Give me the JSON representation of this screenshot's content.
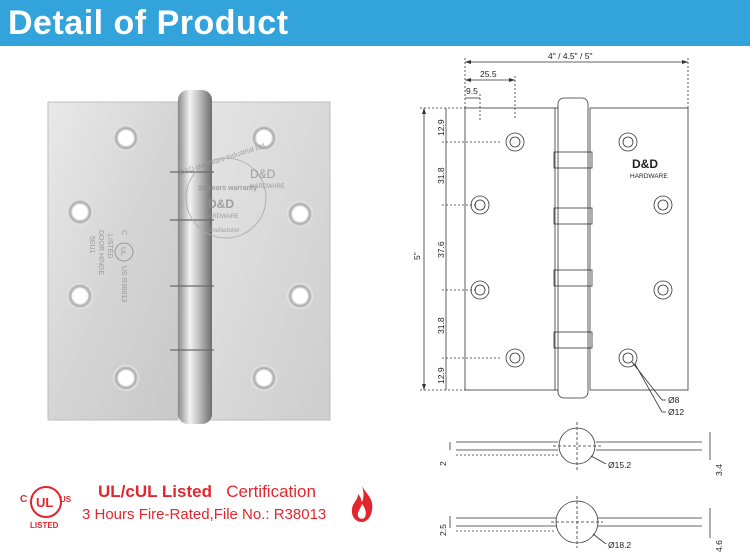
{
  "banner": {
    "title": "Detail of Product"
  },
  "hinge_photo": {
    "leaf_text": [
      "C",
      "UL",
      "US R38013",
      "LISTED",
      "DOOR HINGE",
      "5EU1"
    ],
    "brand_mark": "D&D",
    "brand_sub": "HARDWARE",
    "watermark": [
      "D&D Hardware Industrial Ltd",
      "10 years warranty",
      "D&D",
      "HARDWARE",
      "Manufacturer"
    ]
  },
  "front_view": {
    "width_label": "4\" / 4.5\" / 5\"",
    "dim_25_5": "25.5",
    "dim_9_5": "9.5",
    "height_label": "5\"",
    "vertical_dims": [
      "12.9",
      "31.8",
      "37.6",
      "31.8",
      "12.9"
    ],
    "brand_mark": "D&D",
    "brand_sub": "HARDWARE",
    "hole_small": "Ø8",
    "hole_large": "Ø12"
  },
  "section_1": {
    "knuckle": "Ø15.2",
    "left_dim": "2",
    "right_dim": "3.4"
  },
  "section_2": {
    "knuckle": "Ø18.2",
    "left_dim": "2.5",
    "right_dim": "4.6"
  },
  "certification": {
    "ul_c": "C",
    "ul_us": "US",
    "ul_mark": "UL",
    "ul_listed": "LISTED",
    "title_strong": "UL/cUL Listed",
    "title_normal": "Certification",
    "line2": "3 Hours Fire-Rated,File No.: R38013"
  },
  "colors": {
    "banner": "#33a3dc",
    "red": "#e3262d",
    "steel": "#d8d8d8",
    "line": "#333333"
  }
}
